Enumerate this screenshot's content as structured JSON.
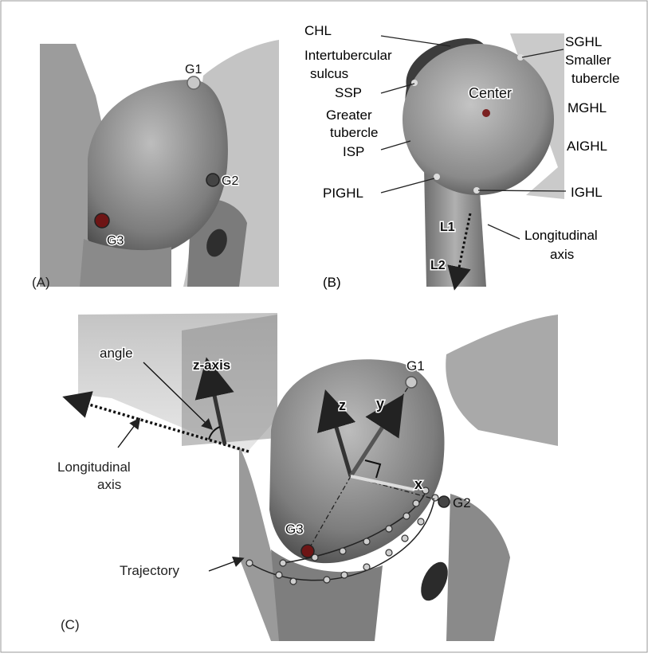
{
  "panels": {
    "a": {
      "label": "(A)",
      "points": [
        "G1",
        "G2",
        "G3"
      ]
    },
    "b": {
      "label": "(B)",
      "labels": {
        "chl": "CHL",
        "intertubercular_1": "Intertubercular",
        "intertubercular_2": "sulcus",
        "ssp": "SSP",
        "greater_1": "Greater",
        "greater_2": "tubercle",
        "isp": "ISP",
        "pighl": "PIGHL",
        "sghl": "SGHL",
        "smaller_1": "Smaller",
        "smaller_2": "tubercle",
        "mghl": "MGHL",
        "aighl": "AIGHL",
        "ighl": "IGHL",
        "center": "Center",
        "l1": "L1",
        "l2": "L2",
        "longitudinal_1": "Longitudinal",
        "longitudinal_2": "axis"
      }
    },
    "c": {
      "label": "(C)",
      "labels": {
        "angle": "angle",
        "z_axis": "z-axis",
        "longitudinal_1": "Longitudinal",
        "longitudinal_2": "axis",
        "z": "z",
        "y": "y",
        "x": "x",
        "g1": "G1",
        "g2": "G2",
        "g3": "G3",
        "trajectory": "Trajectory"
      }
    }
  },
  "colors": {
    "bone_light": "#d9d9d9",
    "bone_mid": "#9a9a9a",
    "bone_dark": "#4a4a4a",
    "point_red": "#8b1a1a",
    "point_light": "#c8c8c8"
  }
}
